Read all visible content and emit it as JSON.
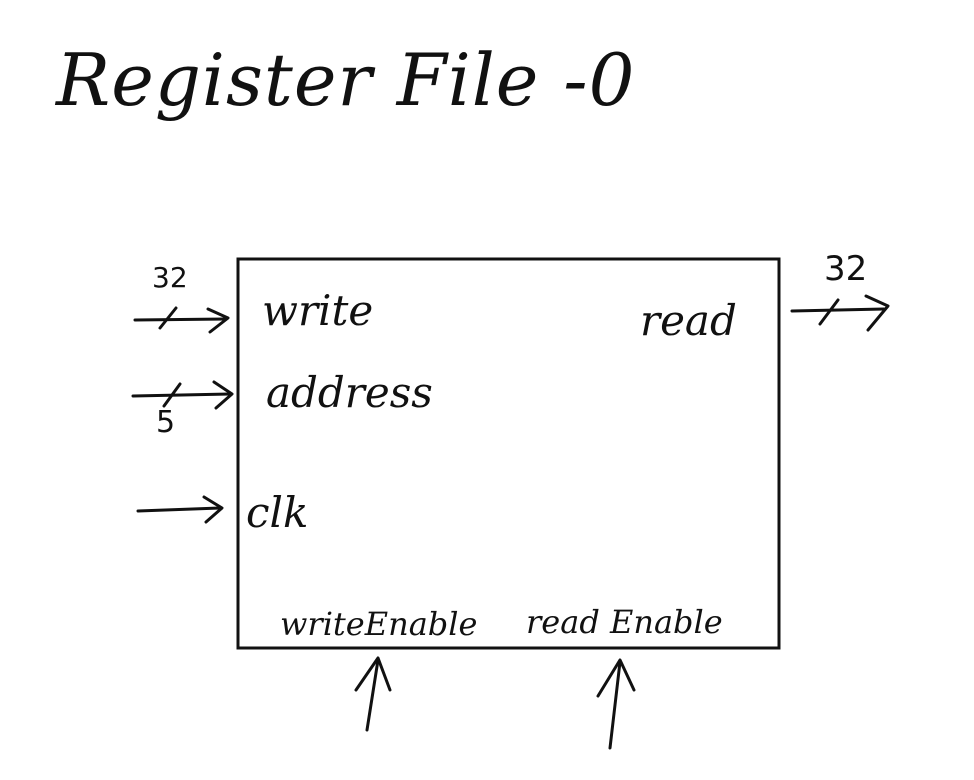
{
  "diagram": {
    "title": "Register File -0",
    "block": {
      "ports": {
        "write": "write",
        "address": "address",
        "clk": "clk",
        "read": "read",
        "write_enable": "writeEnable",
        "read_enable": "read Enable"
      }
    },
    "bus_widths": {
      "write_in": "32",
      "address_in": "5",
      "read_out": "32"
    },
    "colors": {
      "ink": "#111111",
      "background": "#ffffff"
    }
  }
}
